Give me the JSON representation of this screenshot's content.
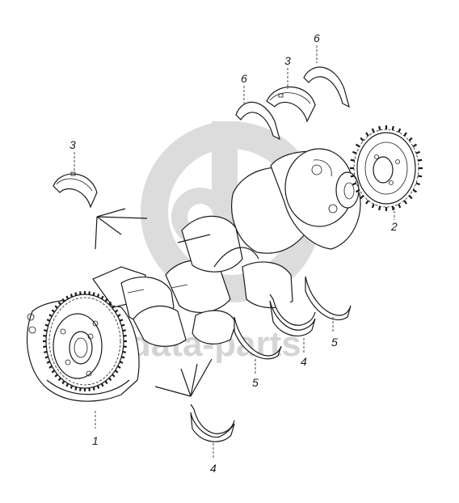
{
  "watermark": {
    "text": "data-parts",
    "color": "#d4d4d4"
  },
  "callouts": {
    "gear_1": "1",
    "gear_2": "2",
    "shell_3_left": "3",
    "shell_3_top": "3",
    "shell_4_bottom": "4",
    "shell_4_right": "4",
    "shell_5_right": "5",
    "shell_5_mid": "5",
    "washer_6_left": "6",
    "washer_6_right": "6"
  }
}
